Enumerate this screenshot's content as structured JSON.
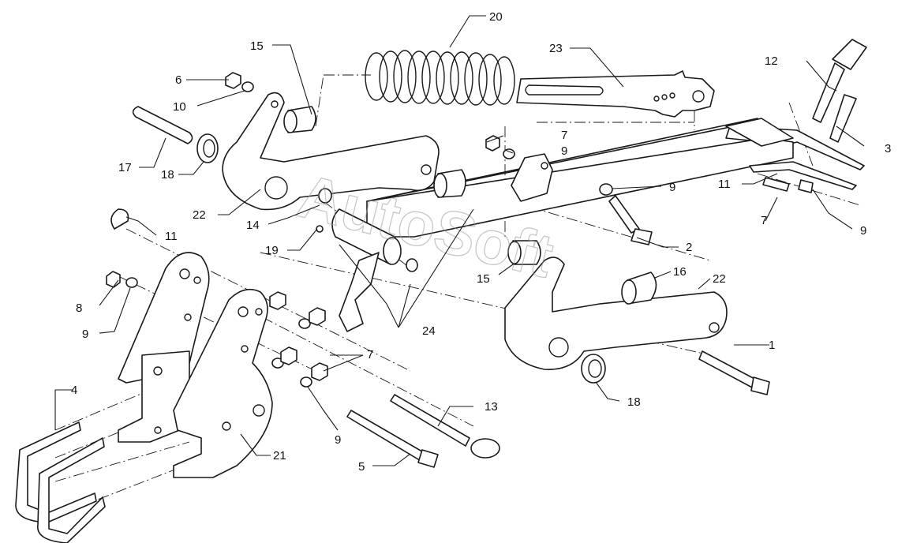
{
  "diagram": {
    "watermark": "AutoSoft",
    "callouts": [
      {
        "id": "c1",
        "label": "1"
      },
      {
        "id": "c2",
        "label": "2"
      },
      {
        "id": "c3",
        "label": "3"
      },
      {
        "id": "c4",
        "label": "4"
      },
      {
        "id": "c5",
        "label": "5"
      },
      {
        "id": "c6",
        "label": "6"
      },
      {
        "id": "c7a",
        "label": "7"
      },
      {
        "id": "c7b",
        "label": "7"
      },
      {
        "id": "c7c",
        "label": "7"
      },
      {
        "id": "c8",
        "label": "8"
      },
      {
        "id": "c9a",
        "label": "9"
      },
      {
        "id": "c9b",
        "label": "9"
      },
      {
        "id": "c9c",
        "label": "9"
      },
      {
        "id": "c9d",
        "label": "9"
      },
      {
        "id": "c9e",
        "label": "9"
      },
      {
        "id": "c10",
        "label": "10"
      },
      {
        "id": "c11a",
        "label": "11"
      },
      {
        "id": "c11b",
        "label": "11"
      },
      {
        "id": "c12",
        "label": "12"
      },
      {
        "id": "c13",
        "label": "13"
      },
      {
        "id": "c14",
        "label": "14"
      },
      {
        "id": "c15a",
        "label": "15"
      },
      {
        "id": "c15b",
        "label": "15"
      },
      {
        "id": "c16",
        "label": "16"
      },
      {
        "id": "c17",
        "label": "17"
      },
      {
        "id": "c18a",
        "label": "18"
      },
      {
        "id": "c18b",
        "label": "18"
      },
      {
        "id": "c19",
        "label": "19"
      },
      {
        "id": "c20",
        "label": "20"
      },
      {
        "id": "c21",
        "label": "21"
      },
      {
        "id": "c22a",
        "label": "22"
      },
      {
        "id": "c22b",
        "label": "22"
      },
      {
        "id": "c23",
        "label": "23"
      },
      {
        "id": "c24",
        "label": "24"
      }
    ]
  }
}
